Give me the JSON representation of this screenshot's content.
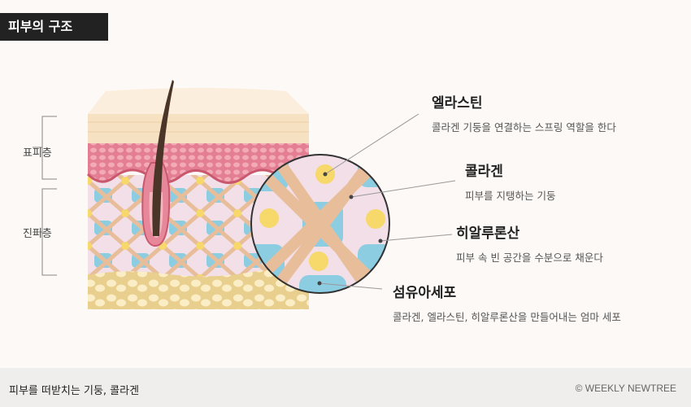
{
  "title": "피부의 구조",
  "layers": {
    "epidermis": "표피층",
    "dermis": "진피층"
  },
  "callouts": [
    {
      "title": "엘라스틴",
      "desc": "콜라겐 기둥을 연결하는 스프링 역할을 한다"
    },
    {
      "title": "콜라겐",
      "desc": "피부를 지탱하는 기둥"
    },
    {
      "title": "히알루론산",
      "desc": "피부 속 빈 공간을 수분으로 채운다"
    },
    {
      "title": "섬유아세포",
      "desc": "콜라겐, 엘라스틴, 히알루론산을 만들어내는 엄마 세포"
    }
  ],
  "footer": {
    "caption": "피부를 떠받치는 기둥, 콜라겐",
    "credit": "© WEEKLY NEWTREE"
  },
  "colors": {
    "epidermis_top": "#f6e2c3",
    "epidermis_cells": "#e98fa0",
    "dermis_bg": "#f3dde6",
    "collagen": "#e8be9a",
    "elastin": "#f7d86a",
    "hyaluronic": "#8ccde2",
    "fat": "#f7e6b4",
    "hair": "#4b3428"
  }
}
